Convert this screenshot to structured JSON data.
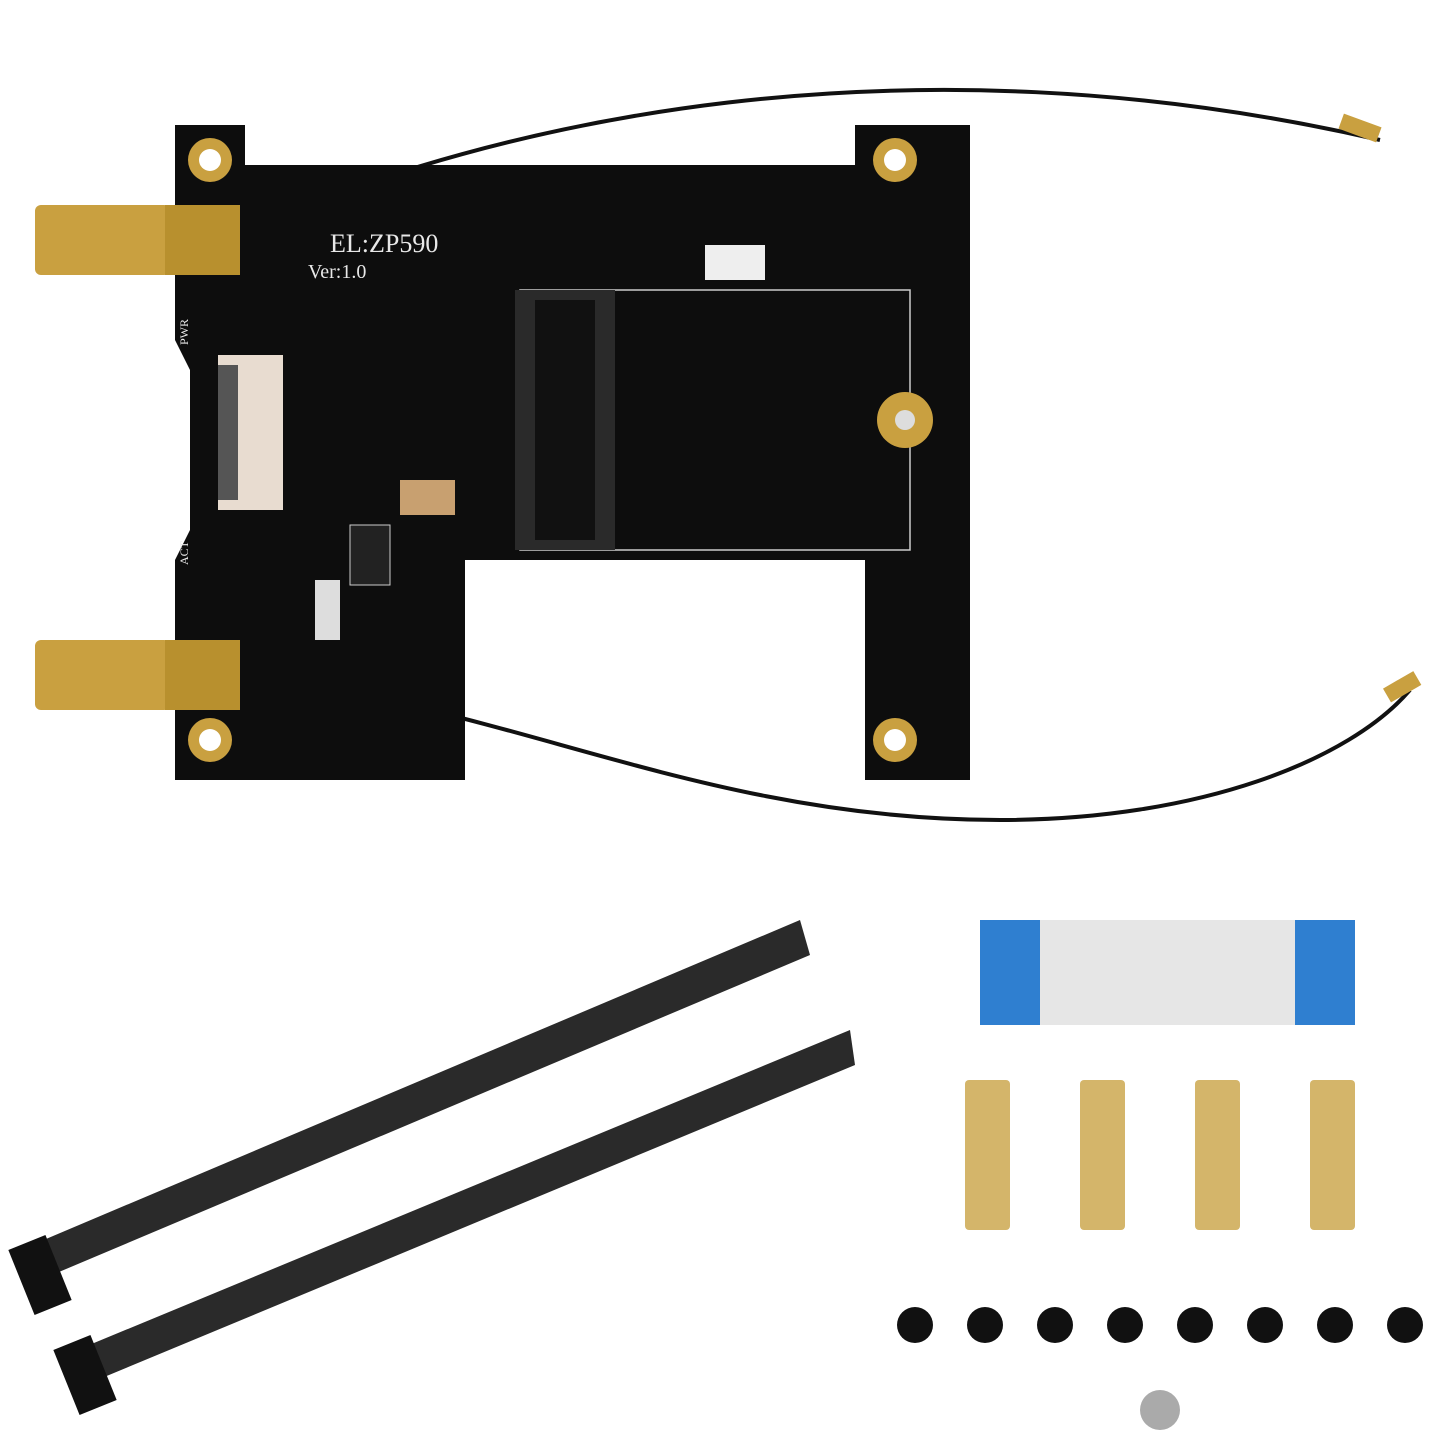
{
  "board": {
    "model_label": "EL:ZP590",
    "version_label": "Ver:1.0",
    "pwr_label": "PWR",
    "act_label": "ACT"
  },
  "items": {
    "antennas_count": 2,
    "standoffs_count": 4,
    "screws_black_count": 8,
    "screws_silver_count": 1,
    "ribbon_cable_count": 1
  },
  "colors": {
    "background": "#ffffff",
    "pcb": "#0d0d0d",
    "gold": "#c9a040",
    "antenna": "#222222",
    "ribbon_blue": "#2f7fd0",
    "brass": "#d4b56a"
  }
}
